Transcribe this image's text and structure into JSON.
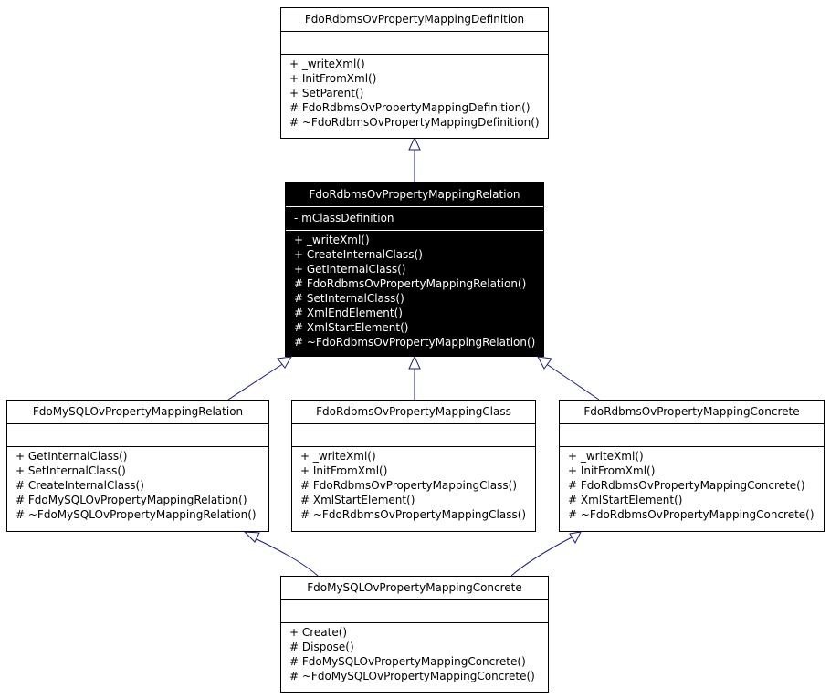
{
  "classes": {
    "definition": {
      "name": "FdoRdbmsOvPropertyMappingDefinition",
      "attributes": [],
      "methods": [
        "+ _writeXml()",
        "+ InitFromXml()",
        "+ SetParent()",
        "# FdoRdbmsOvPropertyMappingDefinition()",
        "# ~FdoRdbmsOvPropertyMappingDefinition()"
      ]
    },
    "relation": {
      "name": "FdoRdbmsOvPropertyMappingRelation",
      "attributes": [
        "- mClassDefinition"
      ],
      "methods": [
        "+ _writeXml()",
        "+ CreateInternalClass()",
        "+ GetInternalClass()",
        "# FdoRdbmsOvPropertyMappingRelation()",
        "# SetInternalClass()",
        "# XmlEndElement()",
        "# XmlStartElement()",
        "# ~FdoRdbmsOvPropertyMappingRelation()"
      ]
    },
    "mysql_relation": {
      "name": "FdoMySQLOvPropertyMappingRelation",
      "attributes": [],
      "methods": [
        "+ GetInternalClass()",
        "+ SetInternalClass()",
        "# CreateInternalClass()",
        "# FdoMySQLOvPropertyMappingRelation()",
        "# ~FdoMySQLOvPropertyMappingRelation()"
      ]
    },
    "rdbms_class": {
      "name": "FdoRdbmsOvPropertyMappingClass",
      "attributes": [],
      "methods": [
        "+ _writeXml()",
        "+ InitFromXml()",
        "# FdoRdbmsOvPropertyMappingClass()",
        "# XmlStartElement()",
        "# ~FdoRdbmsOvPropertyMappingClass()"
      ]
    },
    "rdbms_concrete": {
      "name": "FdoRdbmsOvPropertyMappingConcrete",
      "attributes": [],
      "methods": [
        "+ _writeXml()",
        "+ InitFromXml()",
        "# FdoRdbmsOvPropertyMappingConcrete()",
        "# XmlStartElement()",
        "# ~FdoRdbmsOvPropertyMappingConcrete()"
      ]
    },
    "mysql_concrete": {
      "name": "FdoMySQLOvPropertyMappingConcrete",
      "attributes": [],
      "methods": [
        "+ Create()",
        "# Dispose()",
        "# FdoMySQLOvPropertyMappingConcrete()",
        "# ~FdoMySQLOvPropertyMappingConcrete()"
      ]
    }
  },
  "colors": {
    "link": "#1a1a80",
    "highlight_bg": "#000000",
    "highlight_fg": "#ffffff"
  }
}
